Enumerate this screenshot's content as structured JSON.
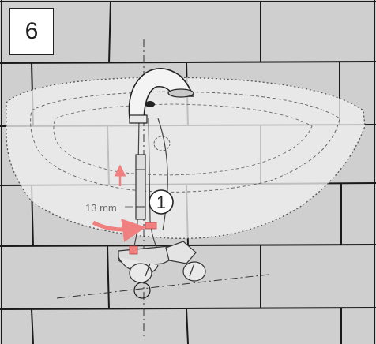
{
  "step": {
    "number": "6"
  },
  "callout": {
    "label": "1"
  },
  "dimension": {
    "label": "13 mm"
  },
  "colors": {
    "tile": "#cfcfcf",
    "grout": "#1a1a1a",
    "basin": "#e6e6e6",
    "arrow": "#f08080",
    "metal": "#d9d9d9"
  },
  "icons": [
    "faucet-icon",
    "arrow-up-icon",
    "curved-arrow-icon",
    "valve-icon"
  ]
}
